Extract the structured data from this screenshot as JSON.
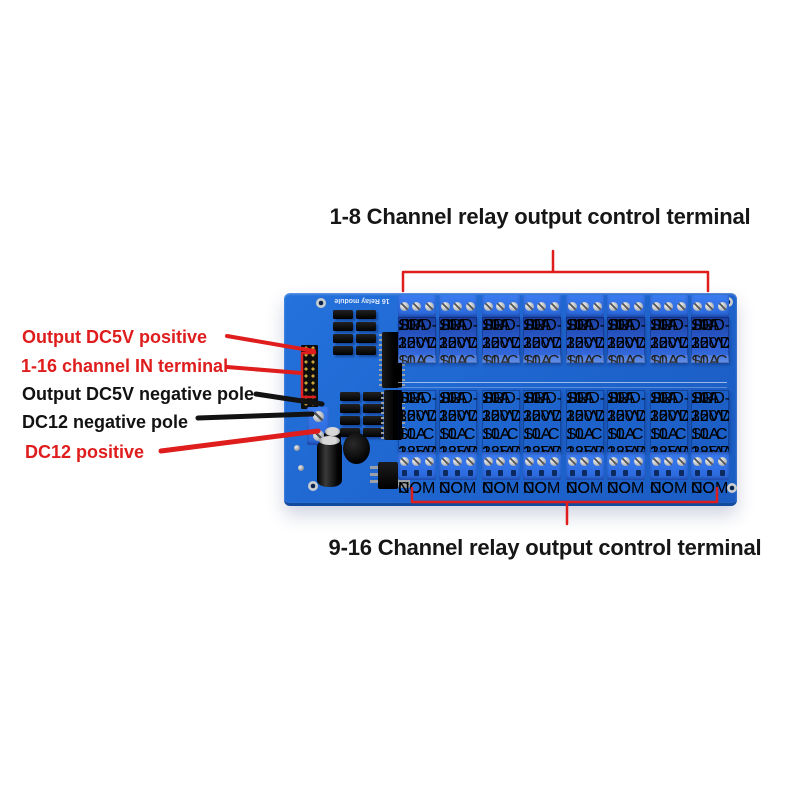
{
  "colors": {
    "annotation_red": "#df1d1d",
    "annotation_black": "#121212",
    "pcb_blue": "#1f66d0",
    "relay_blue": "#2a5cd0",
    "terminal_blue": "#3576ec"
  },
  "captions": {
    "top": "1-8 Channel relay output control terminal",
    "bottom": "9-16 Channel relay output control terminal"
  },
  "callouts": [
    {
      "text": "Output DC5V positive",
      "color": "red"
    },
    {
      "text": "1-16 channel IN terminal",
      "color": "red"
    },
    {
      "text": "Output DC5V negative pole",
      "color": "black"
    },
    {
      "text": "DC12 negative pole",
      "color": "black"
    },
    {
      "text": "DC12 positive",
      "color": "red"
    }
  ],
  "board": {
    "silkscreen_title": "16 Relay module",
    "channel_count": 8,
    "terminal_pin_labels": [
      "NO",
      "COM",
      "NC"
    ],
    "ul_mark": "ЯU",
    "relay_markings": [
      "SRD-12VDC-SL-C",
      "10A 250VAC 10A 125VAC",
      "10A 30VDC 10A 28VDC"
    ]
  }
}
